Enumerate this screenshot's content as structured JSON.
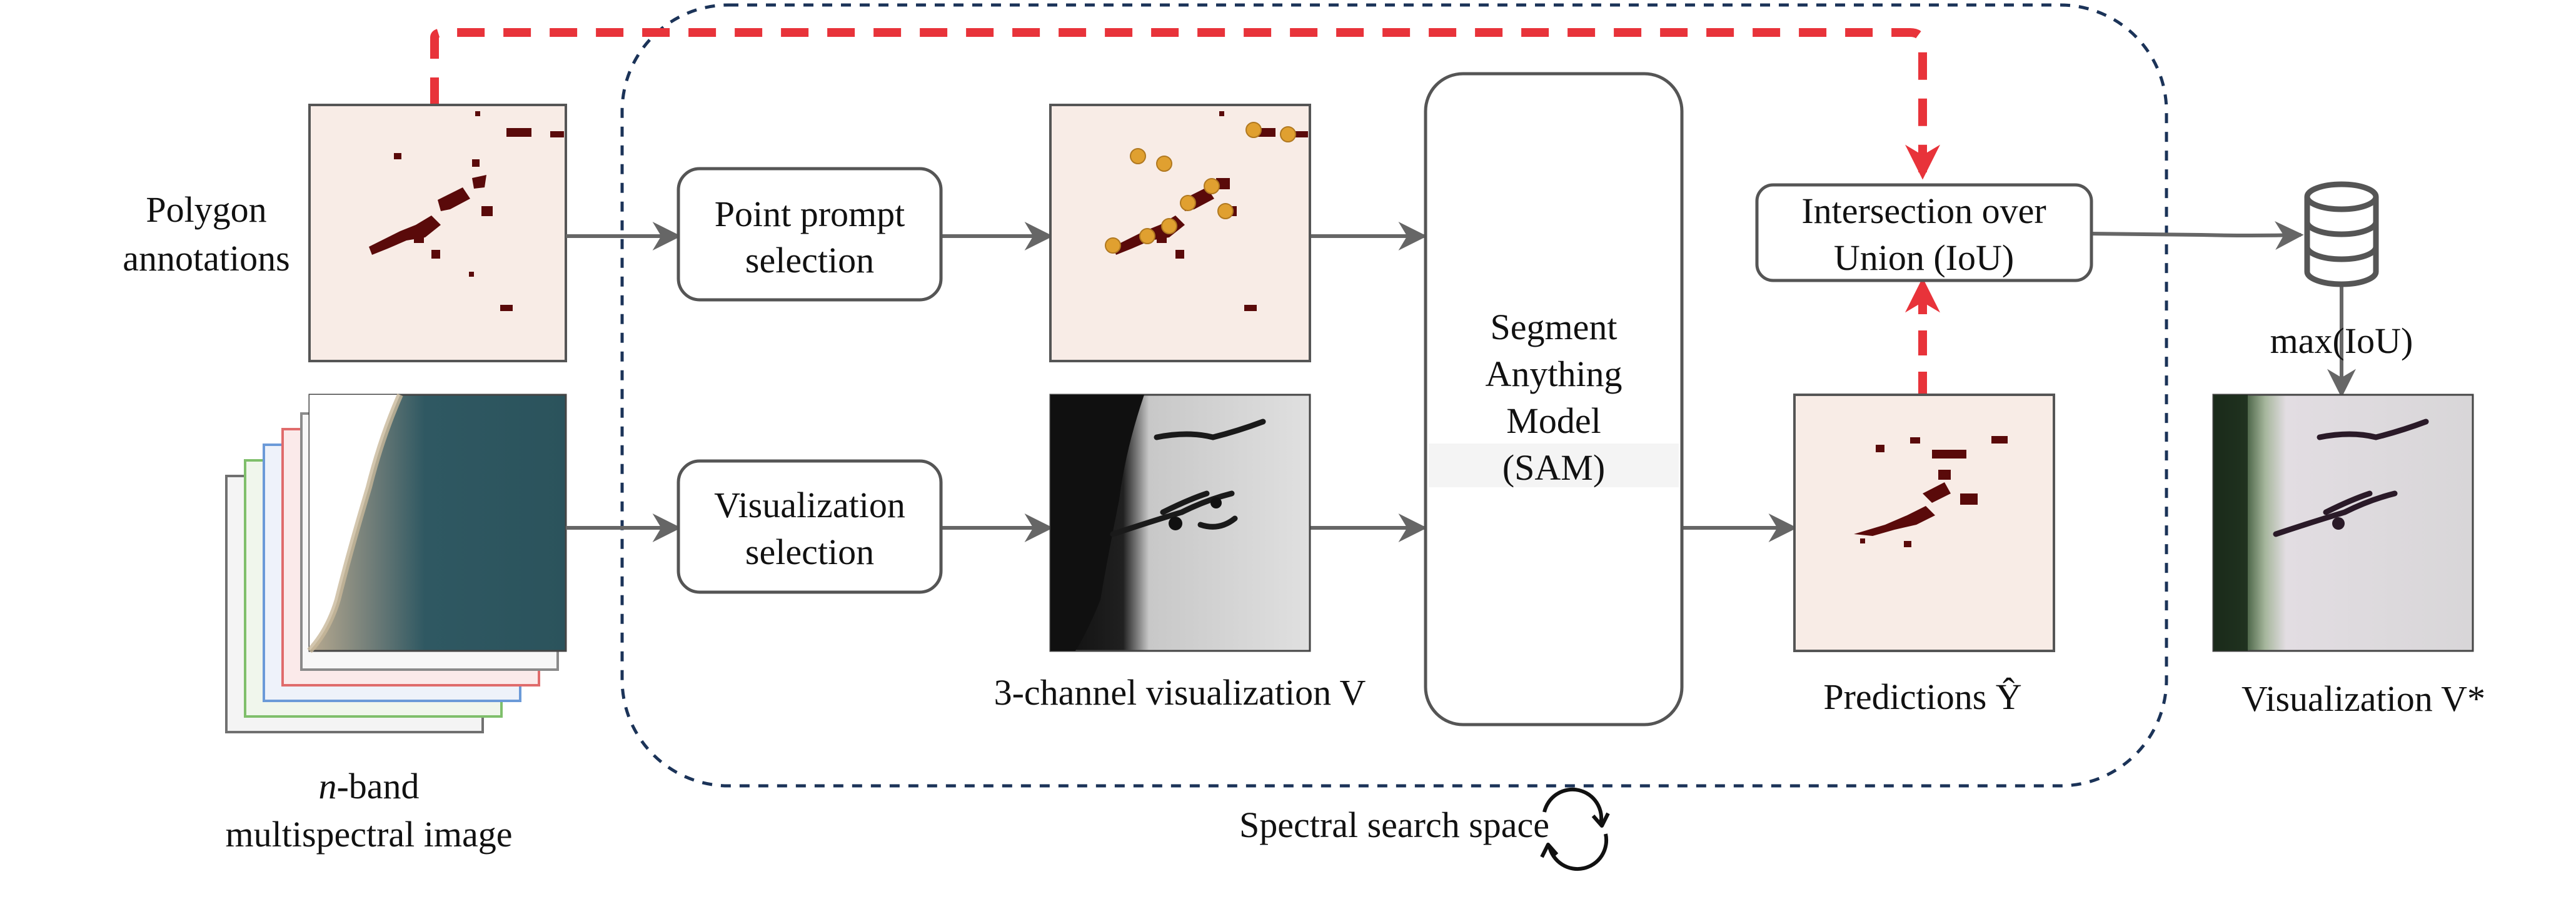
{
  "inputs": {
    "polygon_label_line1": "Polygon",
    "polygon_label_line2": "annotations",
    "multispectral_label_italic": "n",
    "multispectral_label_rest": "-band",
    "multispectral_label_line2": "multispectral image"
  },
  "steps": {
    "point_prompt_line1": "Point prompt",
    "point_prompt_line2": "selection",
    "visualization_line1": "Visualization",
    "visualization_line2": "selection"
  },
  "intermediate": {
    "three_channel_caption": "3-channel visualization V"
  },
  "model": {
    "line1": "Segment",
    "line2": "Anything",
    "line3": "Model",
    "line4": "(SAM)"
  },
  "iou": {
    "line1": "Intersection over",
    "line2": "Union (IoU)"
  },
  "outputs": {
    "predictions_caption": "Predictions Ŷ",
    "max_iou_label": "max(IoU)",
    "best_visualization_caption": "Visualization V*"
  },
  "search_space": {
    "label": "Spectral search space"
  },
  "colors": {
    "arrow_gray": "#666666",
    "dashed_red": "#e8333a",
    "search_border": "#1b3358",
    "annotation_bg": "#f8ece6",
    "annotation_mark": "#5a0a0a",
    "prompt_point": "#e0a030",
    "band_red": "#e06b6b",
    "band_blue": "#6b9ad8",
    "band_green": "#7fbf6b",
    "band_gray": "#707070",
    "water": "#2f5862"
  }
}
